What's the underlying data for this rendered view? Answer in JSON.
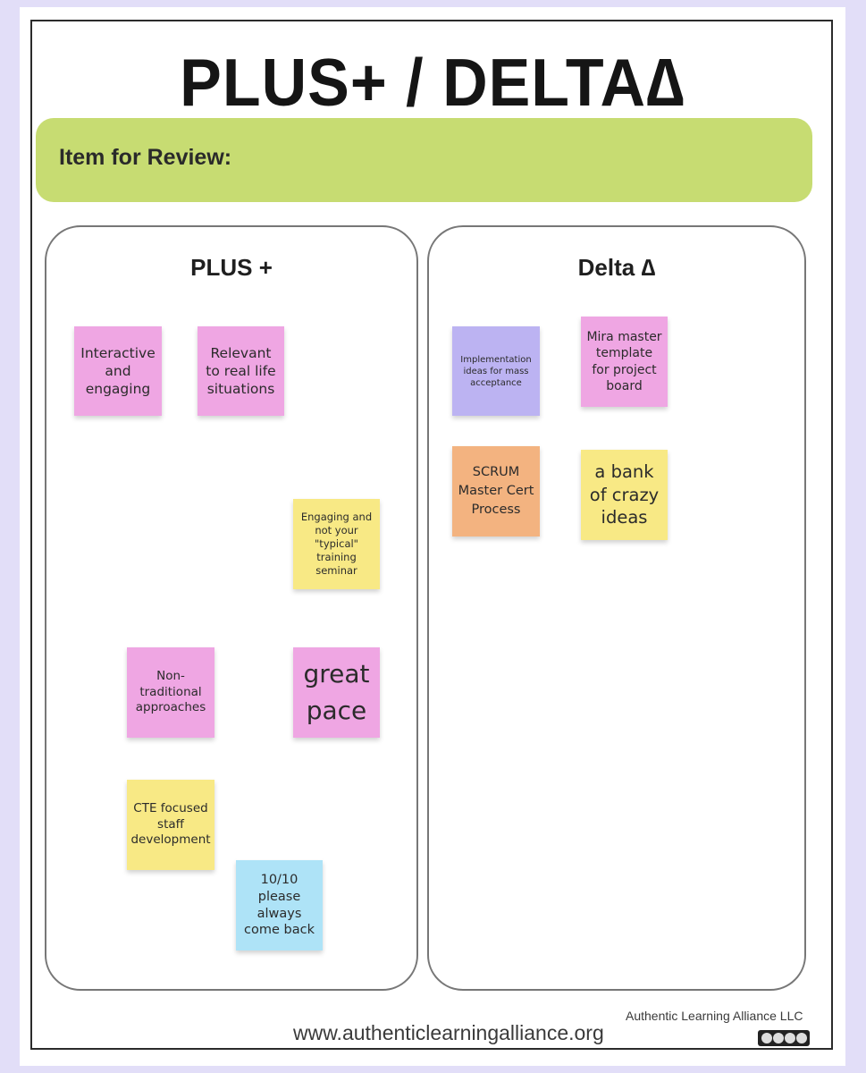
{
  "title": "PLUS+ / DELTA∆",
  "review": {
    "label": "Item for Review:"
  },
  "columns": {
    "plus": {
      "heading": "PLUS +"
    },
    "delta": {
      "heading": "Delta ∆"
    }
  },
  "notes": {
    "plus": [
      {
        "text": "Interactive and engaging",
        "color": "pink"
      },
      {
        "text": "Relevant to real life situations",
        "color": "pink"
      },
      {
        "text": "Engaging and not your \"typical\" training seminar",
        "color": "yellow"
      },
      {
        "text": "Non-traditional approaches",
        "color": "pink"
      },
      {
        "text": "great pace",
        "color": "pink"
      },
      {
        "text": "CTE focused staff development",
        "color": "yellow"
      },
      {
        "text": "10/10 please always come back",
        "color": "blue"
      }
    ],
    "delta": [
      {
        "text": "Implementation ideas for mass acceptance",
        "color": "purple"
      },
      {
        "text": "Mira master template for project board",
        "color": "pink"
      },
      {
        "text": "SCRUM Master Cert Process",
        "color": "orange"
      },
      {
        "text": "a bank of crazy ideas",
        "color": "yellow"
      }
    ]
  },
  "footer": {
    "url": "www.authenticlearningalliance.org",
    "org": "Authentic Learning Alliance LLC",
    "license_badge": "creative-commons-badge"
  },
  "colors": {
    "background": "#e2def8",
    "review_bar": "#c7dc72",
    "pink": "#efa6e3",
    "yellow": "#f8e985",
    "blue": "#aee3f7",
    "purple": "#bcb3f2",
    "orange": "#f3b380"
  }
}
